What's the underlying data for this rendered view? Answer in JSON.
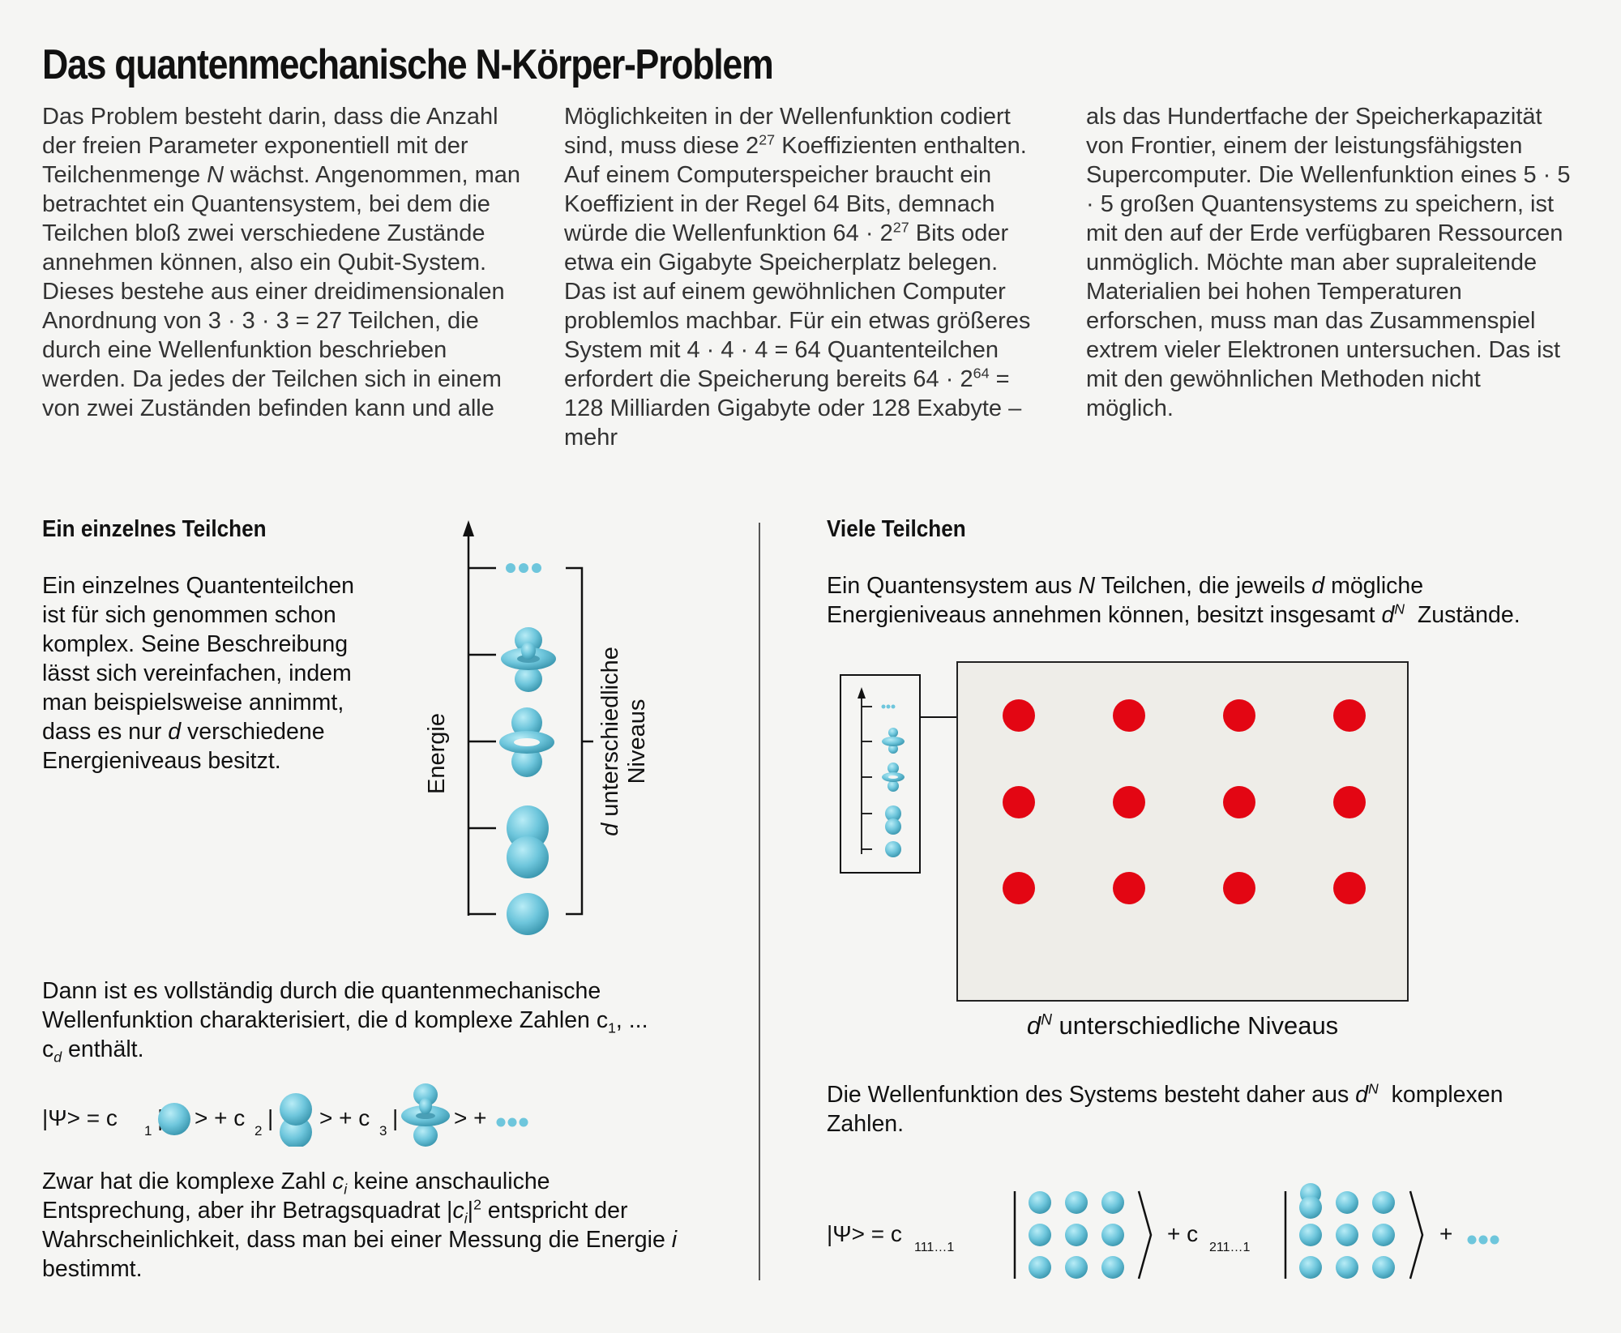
{
  "title": "Das quantenmechanische N-Körper-Problem",
  "intro": {
    "col1": "Das Problem besteht darin, dass die Anzahl der freien Parameter exponentiell mit der Teilchenmenge <i>N</i> wächst. Angenommen, man betrachtet ein Quantensystem, bei dem die Teilchen bloß zwei verschiedene Zustände annehmen können, also ein Qubit-System. Dieses bestehe aus einer dreidimensionalen Anordnung von 3 · 3 · 3 = 27 Teilchen, die durch eine Wellenfunktion beschrieben werden. Da jedes der Teilchen sich in einem von zwei Zuständen befinden kann und alle",
    "col2": "Möglichkeiten in der Wellenfunktion codiert sind, muss diese 2<sup>27</sup> Koeffizienten enthalten. Auf einem Computerspeicher braucht ein Koeffizient in der Regel 64 Bits, demnach würde die Wellenfunktion 64 · 2<sup>27</sup> Bits oder etwa ein Gigabyte Speicherplatz belegen.<br>Das ist auf einem gewöhnlichen Computer problemlos machbar. Für ein etwas größeres System mit 4 · 4 · 4 = 64 Quantenteilchen erfordert die Speicherung bereits 64 · 2<sup>64</sup> = 128 Milliarden Gigabyte oder 128 Exabyte – mehr",
    "col3": "als das Hundertfache der Speicherkapazität von Frontier, einem der leistungsfähigsten Supercomputer. Die Wellenfunktion eines 5 · 5 · 5 großen Quantensystems zu speichern, ist mit den auf der Erde verfügbaren Ressourcen unmöglich. Möchte man aber supraleitende Materialien bei hohen Temperaturen erforschen, muss man das Zusammenspiel extrem vieler Elektronen untersuchen. Das ist mit den gewöhnlichen Methoden nicht möglich."
  },
  "left": {
    "heading": "Ein einzelnes Teilchen",
    "desc": "Ein einzelnes Quantenteilchen ist für sich genommen schon komplex. Seine Beschreibung lässt sich vereinfachen, indem man beispielsweise annimmt, dass es nur <i>d</i> verschiedene Energieniveaus besitzt.",
    "axis_label": "Energie",
    "bracket_label_1": "d unterschiedliche",
    "bracket_label_2": "Niveaus",
    "wave_text": "Dann ist es vollständig durch die quantenmechanische Wellenfunktion charakterisiert, die d komplexe Zahlen c<sub>1</sub>, ... c<sub><i>d</i></sub> enthält.",
    "formula": {
      "lhs": "|Ψ> = c",
      "c1_sub": "1",
      "c2": "> + c",
      "c2_sub": "2",
      "c3": "> + c",
      "c3_sub": "3",
      "tail": "> +"
    },
    "prob_text": "Zwar hat die komplexe Zahl <i>c<sub>i</sub></i> keine anschauliche Entsprechung, aber ihr Betragsquadrat |<i>c<sub>i</sub></i>|<sup>2</sup> entspricht der Wahrscheinlichkeit, dass man bei einer Messung die Energie <i>i</i> bestimmt."
  },
  "right": {
    "heading": "Viele Teilchen",
    "desc": "Ein Quantensystem aus <i>N</i> Teilchen, die jeweils <i>d</i> mögliche Energieniveaus annehmen können, besitzt insgesamt <i>d<sup>N</sup></i>&nbsp; Zustände.",
    "grid_caption": "<i>d<sup>N</sup></i> unterschiedliche Niveaus",
    "wave_text": "Die Wellenfunktion des Systems besteht daher aus <i>d<sup>N</sup></i>&nbsp; komplexen Zahlen.",
    "formula": {
      "lhs": "|Ψ> = c",
      "c1_sub": "111…1",
      "c2": "+ c",
      "c2_sub": "211…1",
      "tail": "+"
    },
    "grid": {
      "rows": 3,
      "cols": 4
    }
  },
  "colors": {
    "orbital": "#6ec6dc",
    "red_dot": "#e30613",
    "grid_bg": "#eeede8",
    "text": "#222222"
  }
}
